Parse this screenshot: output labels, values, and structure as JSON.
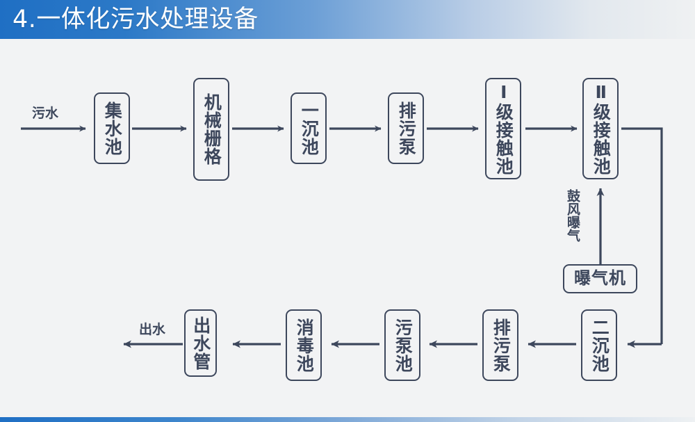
{
  "header": {
    "title": "4.一体化污水处理设备",
    "bar_color": "#1f6fc4"
  },
  "diagram": {
    "type": "process-flowchart",
    "stroke_color": "#3d475c",
    "background": "#f2f3f4",
    "inlet_label": "污水",
    "outlet_label": "出水",
    "aeration_label": "鼓风曝气",
    "row1": [
      {
        "id": "jsc",
        "label": "集水池",
        "orientation": "vertical"
      },
      {
        "id": "jxsg",
        "label": "机械栅格",
        "orientation": "vertical"
      },
      {
        "id": "ycc",
        "label": "一沉池",
        "orientation": "vertical"
      },
      {
        "id": "pwb1",
        "label": "排污泵",
        "orientation": "vertical"
      },
      {
        "id": "jct1",
        "label": "Ⅰ级接触池",
        "orientation": "vertical"
      },
      {
        "id": "jct2",
        "label": "Ⅱ级接触池",
        "orientation": "vertical"
      }
    ],
    "aerator": {
      "id": "pqj",
      "label": "曝气机",
      "orientation": "horizontal"
    },
    "row2": [
      {
        "id": "ecc",
        "label": "二沉池",
        "orientation": "vertical"
      },
      {
        "id": "pwb2",
        "label": "排污泵",
        "orientation": "vertical"
      },
      {
        "id": "wbc",
        "label": "污泵池",
        "orientation": "vertical"
      },
      {
        "id": "xdc",
        "label": "消毒池",
        "orientation": "vertical"
      },
      {
        "id": "csg",
        "label": "出水管",
        "orientation": "vertical"
      }
    ],
    "flow_order": [
      "污水",
      "集水池",
      "机械栅格",
      "一沉池",
      "排污泵",
      "Ⅰ级接触池",
      "Ⅱ级接触池",
      "二沉池",
      "排污泵",
      "污泵池",
      "消毒池",
      "出水管",
      "出水"
    ]
  }
}
